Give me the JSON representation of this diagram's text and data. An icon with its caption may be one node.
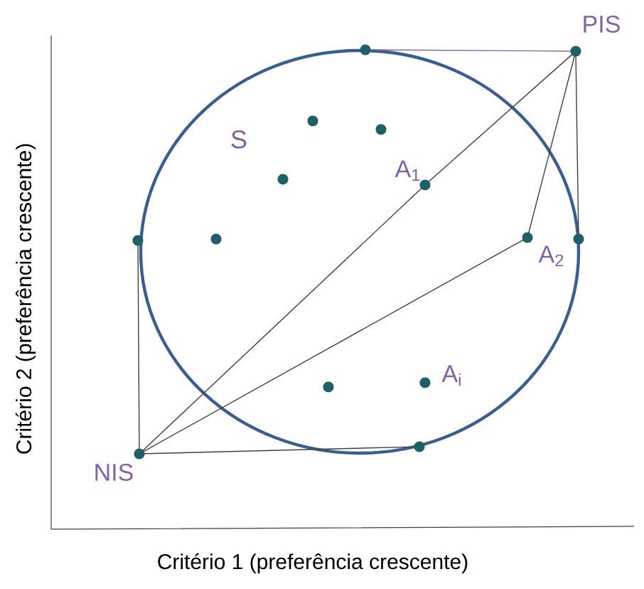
{
  "diagram": {
    "nodes": [
      {
        "text": [
          "S"
        ]
      },
      {
        "text": [],
        "shape": "circle"
      },
      {
        "text": [],
        "shape": "circle",
        "beside": [
          "PIS"
        ]
      },
      {
        "text": [],
        "shape": "circle",
        "in": 0
      },
      {
        "text": [],
        "shape": "circle",
        "in": 0
      },
      {
        "text": [],
        "shape": "circle",
        "in": 0
      },
      {
        "text": [],
        "shape": "circle",
        "in": 0,
        "beside": [
          "A$_{1}$"
        ]
      },
      {
        "text": [],
        "shape": "circle"
      },
      {
        "text": [],
        "shape": "circle",
        "in": 0
      },
      {
        "text": [],
        "shape": "circle",
        "in": 0,
        "beside": [
          "A$_{2}$"
        ]
      },
      {
        "text": [],
        "shape": "circle"
      },
      {
        "text": [],
        "shape": "circle",
        "in": 0
      },
      {
        "text": [],
        "shape": "circle",
        "in": 0,
        "beside": [
          "A$_{i}$"
        ]
      },
      {
        "text": [],
        "shape": "circle"
      },
      {
        "text": [],
        "shape": "circle",
        "beside": [
          "NIS"
        ]
      }
    ],
    "edges": [
      {
        "from": 1,
        "to": 2,
        "arrow": "none",
        "color": "#8064a2"
      },
      {
        "from": 2,
        "to": 6,
        "arrow": "none"
      },
      {
        "from": 6,
        "to": 14,
        "arrow": "none"
      },
      {
        "from": 2,
        "to": 9,
        "arrow": "none"
      },
      {
        "from": 2,
        "to": 10,
        "arrow": "none"
      },
      {
        "from": 14,
        "to": 9,
        "arrow": "none"
      },
      {
        "from": 14,
        "to": 7,
        "arrow": "none"
      },
      {
        "from": 14,
        "to": 13,
        "arrow": "none"
      }
    ],
    "labels": [
      "Critério 2 (preferência crescente)",
      "Critério 1 (preferência crescente)"
    ]
  }
}
